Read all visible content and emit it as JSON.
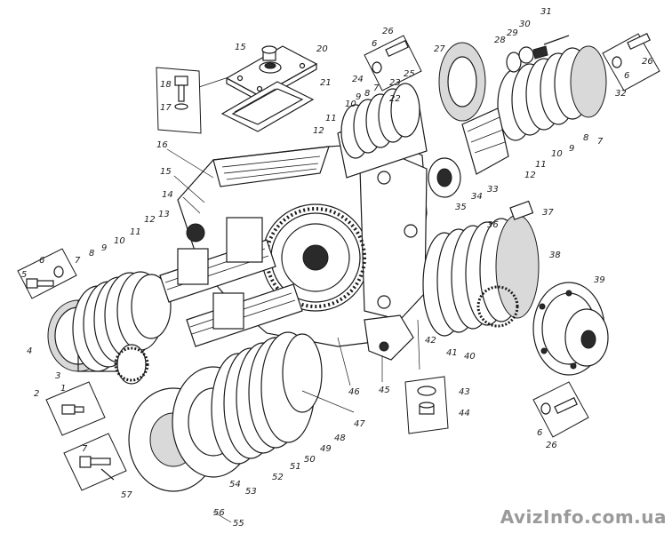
{
  "watermark": "AvizInfo.com.ua",
  "labels": {
    "l1": "1",
    "l2": "2",
    "l3": "3",
    "l4": "4",
    "l5": "5",
    "l6a": "6",
    "l6b": "6",
    "l6c": "6",
    "l6d": "6",
    "l7a": "7",
    "l7b": "7",
    "l7c": "7",
    "l7d": "7",
    "l8a": "8",
    "l8b": "8",
    "l8c": "8",
    "l9a": "9",
    "l9b": "9",
    "l9c": "9",
    "l10a": "10",
    "l10b": "10",
    "l10c": "10",
    "l11a": "11",
    "l11b": "11",
    "l11c": "11",
    "l12a": "12",
    "l12b": "12",
    "l12c": "12",
    "l13": "13",
    "l14": "14",
    "l15a": "15",
    "l15b": "15",
    "l16": "16",
    "l17": "17",
    "l18": "18",
    "l20": "20",
    "l21": "21",
    "l22": "22",
    "l23": "23",
    "l24": "24",
    "l25": "25",
    "l26a": "26",
    "l26b": "26",
    "l26c": "26",
    "l27": "27",
    "l28": "28",
    "l29": "29",
    "l30": "30",
    "l31": "31",
    "l32": "32",
    "l33": "33",
    "l34": "34",
    "l35": "35",
    "l36": "36",
    "l37": "37",
    "l38": "38",
    "l39": "39",
    "l40": "40",
    "l41": "41",
    "l42": "42",
    "l43": "43",
    "l44": "44",
    "l45": "45",
    "l46": "46",
    "l47": "47",
    "l48": "48",
    "l49": "49",
    "l50": "50",
    "l51": "51",
    "l52": "52",
    "l53": "53",
    "l54": "54",
    "l55": "55",
    "l56": "56",
    "l57": "57"
  }
}
